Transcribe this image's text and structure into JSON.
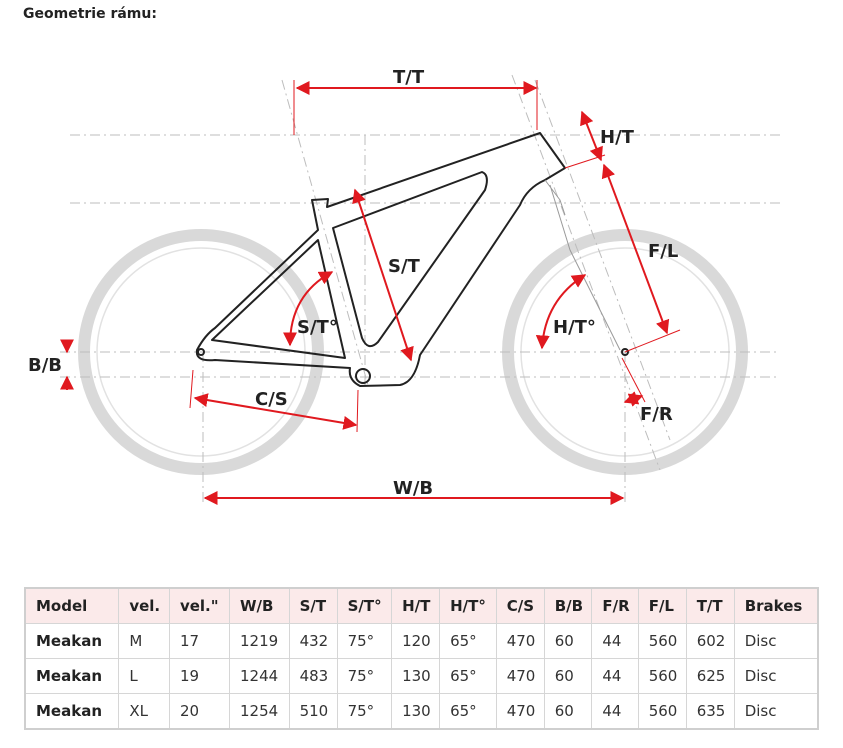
{
  "title": "Geometrie rámu:",
  "diagram_labels": {
    "tt": "T/T",
    "ht": "H/T",
    "fl": "F/L",
    "st": "S/T",
    "st_angle": "S/T°",
    "ht_angle": "H/T°",
    "bb": "B/B",
    "cs": "C/S",
    "fr": "F/R",
    "wb": "W/B"
  },
  "colors": {
    "dimension": "#e0191f",
    "wheel": "#d9d9d9",
    "header_bg": "#fbeaea"
  },
  "table": {
    "headers": [
      "Model",
      "vel.",
      "vel.\"",
      "W/B",
      "S/T",
      "S/T°",
      "H/T",
      "H/T°",
      "C/S",
      "B/B",
      "F/R",
      "F/L",
      "T/T",
      "Brakes"
    ],
    "rows": [
      [
        "Meakan",
        "M",
        "17",
        "1219",
        "432",
        "75°",
        "120",
        "65°",
        "470",
        "60",
        "44",
        "560",
        "602",
        "Disc"
      ],
      [
        "Meakan",
        "L",
        "19",
        "1244",
        "483",
        "75°",
        "130",
        "65°",
        "470",
        "60",
        "44",
        "560",
        "625",
        "Disc"
      ],
      [
        "Meakan",
        "XL",
        "20",
        "1254",
        "510",
        "75°",
        "130",
        "65°",
        "470",
        "60",
        "44",
        "560",
        "635",
        "Disc"
      ]
    ]
  }
}
